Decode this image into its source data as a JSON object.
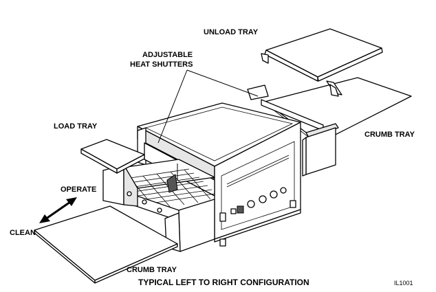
{
  "labels": {
    "unload_tray": "UNLOAD TRAY",
    "adjustable_line1": "ADJUSTABLE",
    "adjustable_line2": "HEAT SHUTTERS",
    "load_tray": "LOAD TRAY",
    "crumb_tray_right": "CRUMB TRAY",
    "operate": "OPERATE",
    "clean": "CLEAN",
    "crumb_tray_bottom": "CRUMB TRAY"
  },
  "caption": "TYPICAL LEFT TO RIGHT CONFIGURATION",
  "figure_id": "IL1001"
}
